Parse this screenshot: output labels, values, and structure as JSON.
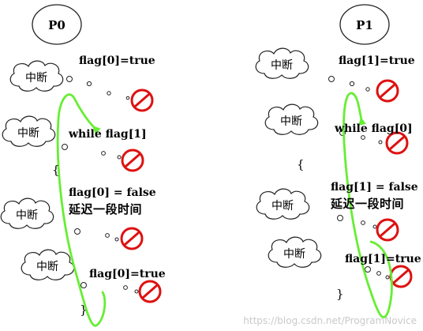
{
  "processes": [
    {
      "name": "P0",
      "interrupt_label": "中断",
      "lines": {
        "set_flag": "flag[0]=true",
        "while": "while flag[1]",
        "brace_open": "{",
        "reset_flag": "flag[0] = false",
        "delay": "延迟一段时间",
        "set_flag_again": "flag[0]=true",
        "brace_close": "}"
      }
    },
    {
      "name": "P1",
      "interrupt_label": "中断",
      "lines": {
        "set_flag": "flag[1]=true",
        "while": "while flag[0]",
        "brace_open": "{",
        "reset_flag": "flag[1] = false",
        "delay": "延迟一段时间",
        "set_flag_again": "flag[1]=true",
        "brace_close": "}"
      }
    }
  ],
  "colors": {
    "loop_arrow": "#66ee33",
    "prohibit_sign": "#dd1111",
    "outline": "#222222"
  },
  "icons": [
    "cloud-icon",
    "prohibit-icon",
    "thought-bubble-dots"
  ],
  "watermark": "https://blog.csdn.net/ProgramNovice"
}
